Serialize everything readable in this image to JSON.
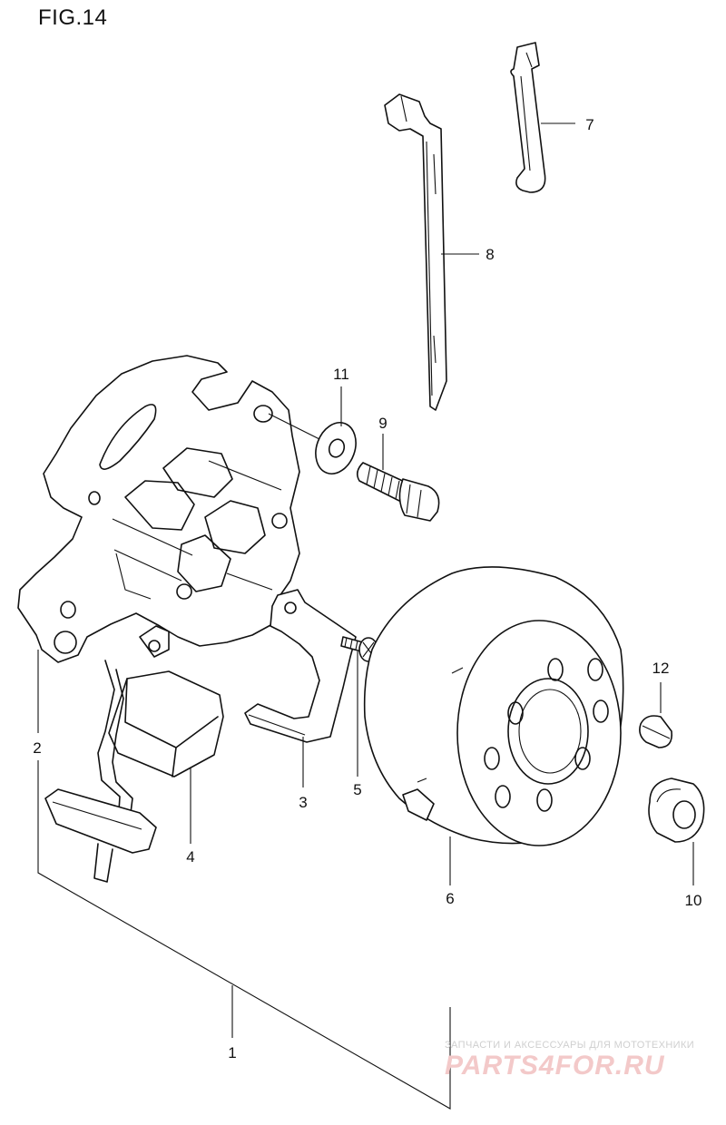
{
  "figure": {
    "title": "FIG.14"
  },
  "parts": [
    {
      "id": "part-1",
      "label": "1"
    },
    {
      "id": "part-2",
      "label": "2"
    },
    {
      "id": "part-3",
      "label": "3"
    },
    {
      "id": "part-4",
      "label": "4"
    },
    {
      "id": "part-5",
      "label": "5"
    },
    {
      "id": "part-6",
      "label": "6"
    },
    {
      "id": "part-7",
      "label": "7"
    },
    {
      "id": "part-8",
      "label": "8"
    },
    {
      "id": "part-9",
      "label": "9"
    },
    {
      "id": "part-10",
      "label": "10"
    },
    {
      "id": "part-11",
      "label": "11"
    },
    {
      "id": "part-12",
      "label": "12"
    }
  ],
  "watermark": {
    "tagline": "ЗАПЧАСТИ И АКСЕССУАРЫ ДЛЯ МОТОТЕХНИКИ",
    "logo": "PARTS4FOR.RU"
  }
}
